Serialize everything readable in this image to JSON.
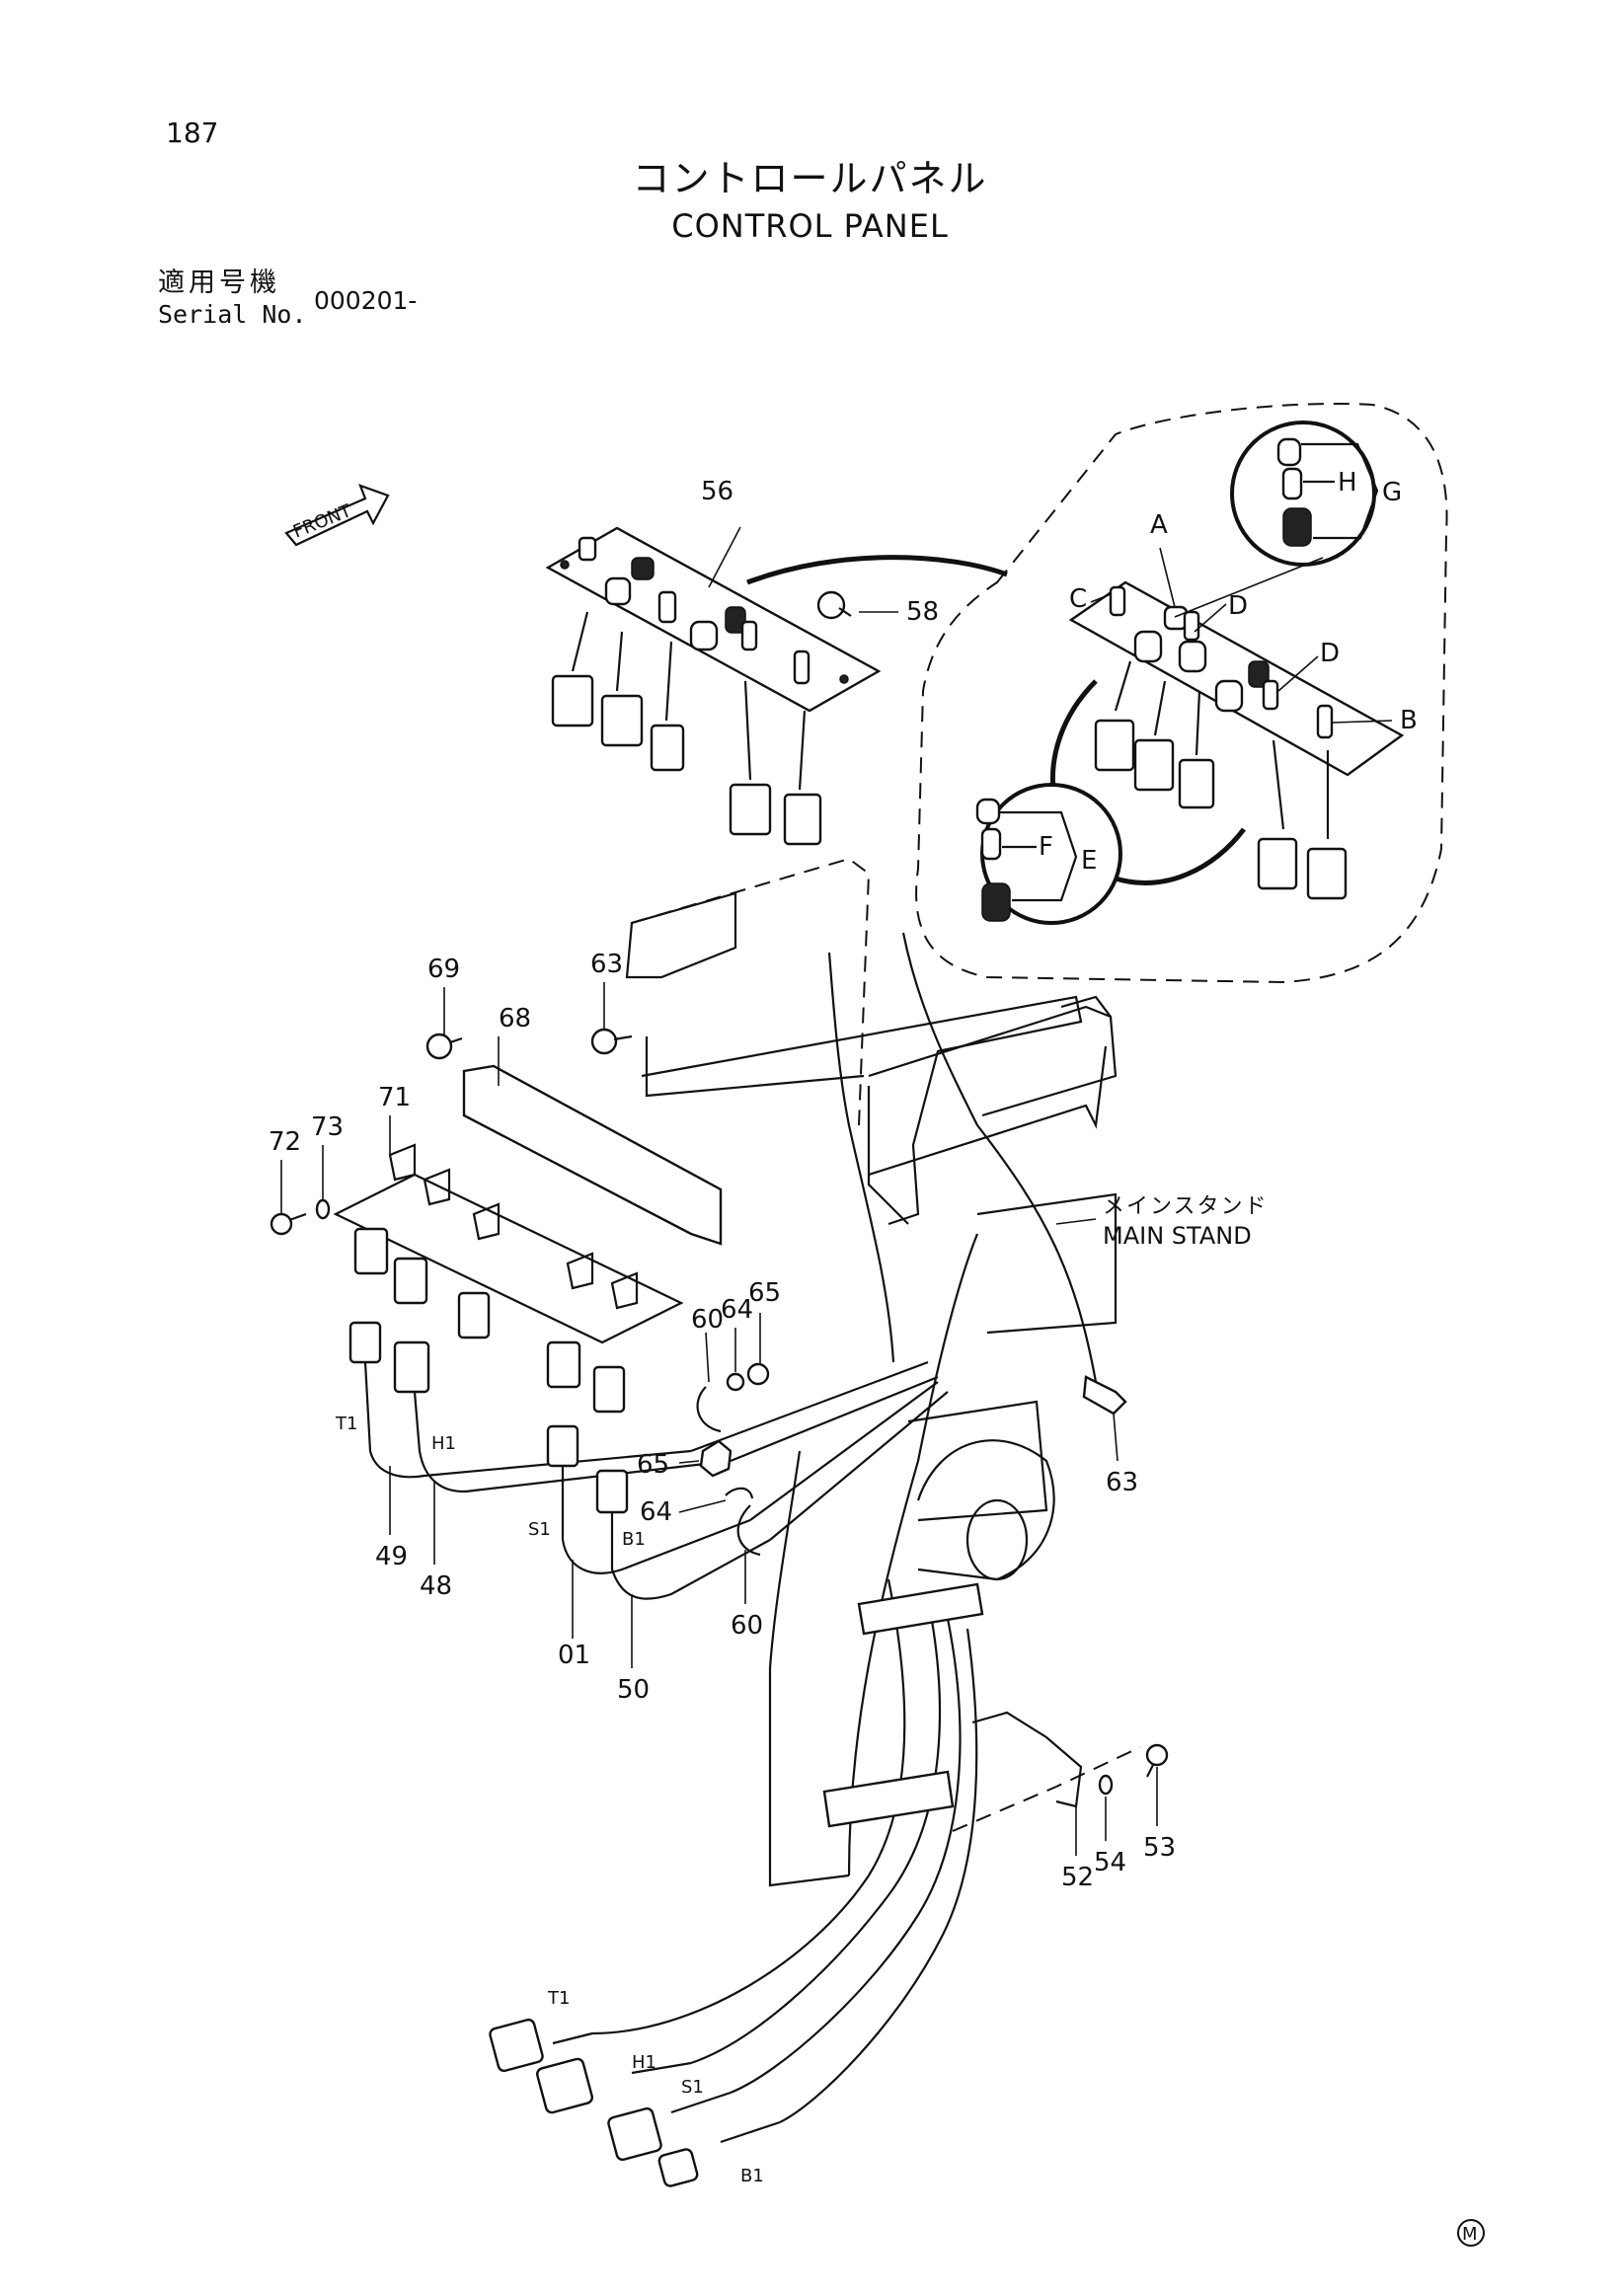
{
  "page_number": "187",
  "title_jp": "コントロールパネル",
  "title_en": "CONTROL PANEL",
  "serial": {
    "label_jp": "適用号機",
    "label_en": "Serial No.",
    "value": "000201-"
  },
  "front_label": "FRONT",
  "main_stand": {
    "jp": "メインスタンド",
    "en": "MAIN STAND"
  },
  "callouts": {
    "c56": "56",
    "c58": "58",
    "c69": "69",
    "c63a": "63",
    "c68": "68",
    "c71": "71",
    "c72": "72",
    "c73": "73",
    "c60a": "60",
    "c64a": "64",
    "c65a": "65",
    "c63b": "63",
    "c65b": "65",
    "c64b": "64",
    "c60b": "60",
    "c49": "49",
    "c48": "48",
    "c01": "01",
    "c50": "50",
    "c52": "52",
    "c54": "54",
    "c53": "53"
  },
  "detail_letters": {
    "A": "A",
    "B": "B",
    "C": "C",
    "D1": "D",
    "D2": "D",
    "E": "E",
    "F": "F",
    "G": "G",
    "H": "H"
  },
  "wire_tags": {
    "T1a": "T1",
    "H1a": "H1",
    "S1a": "S1",
    "B1a": "B1",
    "T1b": "T1",
    "H1b": "H1",
    "S1b": "S1",
    "B1b": "B1"
  },
  "footer_mark": "M"
}
